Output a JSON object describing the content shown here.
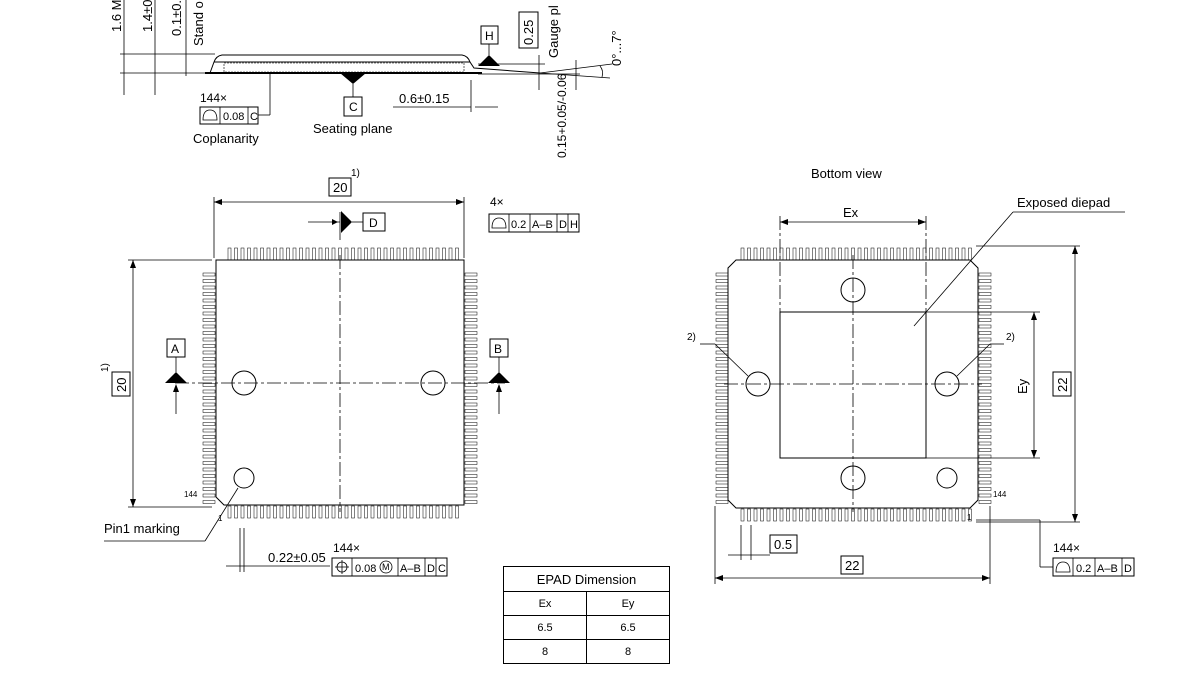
{
  "side_view": {
    "dim_1_6": "1.6 M",
    "dim_1_4": "1.4±0.",
    "dim_0_1": "0.1±0.",
    "stand_off": "Stand o",
    "datum_h": "H",
    "gauge_value": "0.25",
    "gauge_plane": "Gauge pl",
    "angle": "0°...7°",
    "coplanarity_count": "144×",
    "coplanarity_tol": "0.08",
    "coplanarity_ref": "C",
    "coplanarity_label": "Coplanarity",
    "datum_c": "C",
    "seating_plane": "Seating plane",
    "lead_length": "0.6±0.15",
    "lead_thickness": "0.15+0.05/-0.06"
  },
  "top_view": {
    "width_dim": "20",
    "width_note": "1)",
    "height_dim": "20",
    "height_note": "1)",
    "datum_d": "D",
    "datum_a": "A",
    "datum_b": "B",
    "flat_count": "4×",
    "flat_tol": "0.2",
    "flat_ref": "A–B",
    "flat_ref2": "D",
    "flat_ref3": "H",
    "pin_144": "144",
    "pin_1": "1",
    "pin1_marking": "Pin1 marking",
    "lead_width": "0.22±0.05",
    "pos_count": "144×",
    "pos_tol": "0.08",
    "pos_mod": "M",
    "pos_ref": "A–B",
    "pos_ref2": "D",
    "pos_ref3": "C"
  },
  "bottom_view": {
    "title": "Bottom view",
    "exposed_diepad": "Exposed diepad",
    "ex": "Ex",
    "ey": "Ey",
    "note_left": "2)",
    "note_right": "2)",
    "pitch": "0.5",
    "outer_width": "22",
    "outer_height": "22",
    "pin_144": "144",
    "pin_1": "1",
    "prof_count": "144×",
    "prof_tol": "0.2",
    "prof_ref": "A–B",
    "prof_ref2": "D"
  },
  "epad_table": {
    "title": "EPAD Dimension",
    "headers": [
      "Ex",
      "Ey"
    ],
    "rows": [
      [
        "6.5",
        "6.5"
      ],
      [
        "8",
        "8"
      ]
    ]
  }
}
